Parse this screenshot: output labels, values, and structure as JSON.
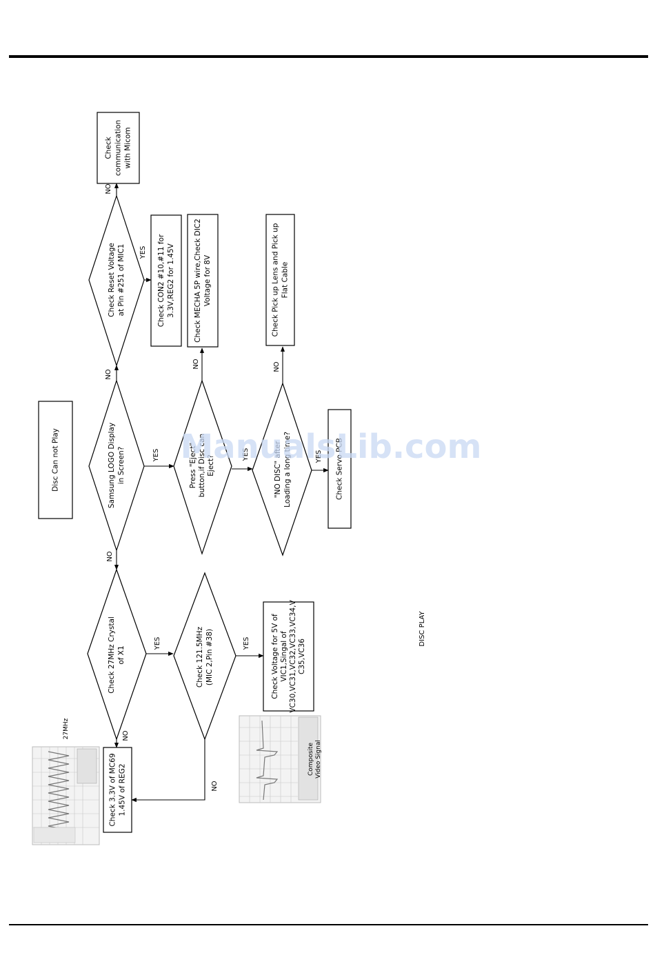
{
  "title": "DISC PLAY",
  "watermark": "ManualsLib.com",
  "nodes": {
    "start": [
      "Disc Can not Play"
    ],
    "logo": [
      "Samsung LOGO Display",
      "in Screen?"
    ],
    "reset": [
      "Check Reset Voltage",
      "at Pin #251 of MIC1"
    ],
    "micom": [
      "Check",
      "communication",
      "with Micom"
    ],
    "con2": [
      "Check CON2 #10,#11 for",
      "3.3V,REG2 for 1.45V"
    ],
    "eject": [
      "Press \"Eject\"",
      "button,if Disc can",
      "Eject?"
    ],
    "mecha": [
      "Check MECHA 5P wire,Check DIC2",
      "Voltage for 8V"
    ],
    "nodisc": [
      "\"NO DISC\" after",
      "Loading a long time?"
    ],
    "pickup": [
      "Check Pick up Lens and Pick up",
      "Flat Cable"
    ],
    "servo": [
      "Check Servo PCB"
    ],
    "crystal": [
      "Check 27MHz Crystal",
      "of X1"
    ],
    "reg2": [
      "Check 3.3V of MC69",
      "1.45V of REG2"
    ],
    "mhz": [
      "Check 121.5MHz",
      "(MIC 2,Pin #38)"
    ],
    "voltage": [
      "Check Voltage for 5V of",
      "VIC1,Singal of",
      "VC30,VC31,VC32,VC33,VC34,V",
      "C35,VC36"
    ]
  },
  "edge_labels": {
    "reset_no": "NO",
    "reset_yes": "YES",
    "logo_no": "NO",
    "logo_yes": "YES",
    "logo_no_bottom": "NO",
    "eject_no": "NO",
    "eject_yes": "YES",
    "nodisc_no": "NO",
    "nodisc_yes": "YES",
    "crystal_no": "NO",
    "crystal_yes": "YES",
    "mhz_yes": "YES",
    "mhz_no": "NO"
  },
  "scope_captions": {
    "crystal": "27MHz",
    "video": [
      "Composite",
      "Video Signal"
    ]
  }
}
